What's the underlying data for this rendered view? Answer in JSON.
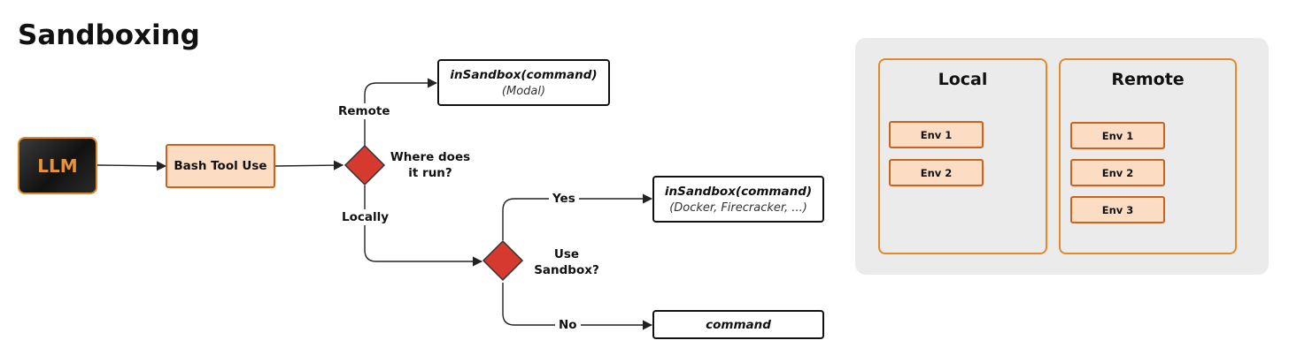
{
  "title": "Sandboxing",
  "nodes": {
    "llm": "LLM",
    "tool": "Bash Tool Use",
    "decision_where": {
      "line1": "Where does",
      "line2": "it run?"
    },
    "decision_sandbox": {
      "line1": "Use",
      "line2": "Sandbox?"
    },
    "remote_box": {
      "main": "inSandbox(command)",
      "sub": "(Modal)"
    },
    "yes_box": {
      "main": "inSandbox(command)",
      "sub": "(Docker, Firecracker, ...)"
    },
    "no_box": {
      "main": "command"
    }
  },
  "edges": {
    "remote": "Remote",
    "locally": "Locally",
    "yes": "Yes",
    "no": "No"
  },
  "panel": {
    "local": {
      "title": "Local",
      "envs": [
        "Env 1",
        "Env 2"
      ]
    },
    "remote": {
      "title": "Remote",
      "envs": [
        "Env 1",
        "Env 2",
        "Env 3"
      ]
    }
  },
  "colors": {
    "accent_orange": "#e08a2c",
    "node_fill": "#fcdcc2",
    "decision_red": "#d63a2e",
    "panel_gray": "#ebebeb"
  }
}
